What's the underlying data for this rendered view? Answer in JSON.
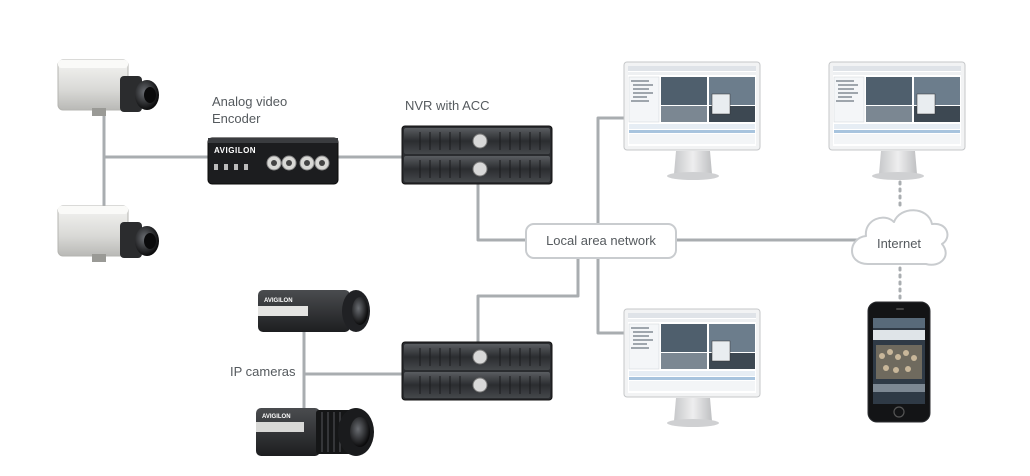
{
  "labels": {
    "encoder": "Analog video\nEncoder",
    "nvr": "NVR with ACC",
    "lan": "Local area network",
    "internet": "Internet",
    "ip_cameras": "IP cameras"
  },
  "encoder_brand": "AVIGILON",
  "ip_camera_brand": "AVIGILON",
  "colors": {
    "connector": "#a9adb0",
    "label_text": "#555a5e",
    "bubble_border": "#c9cccf"
  }
}
